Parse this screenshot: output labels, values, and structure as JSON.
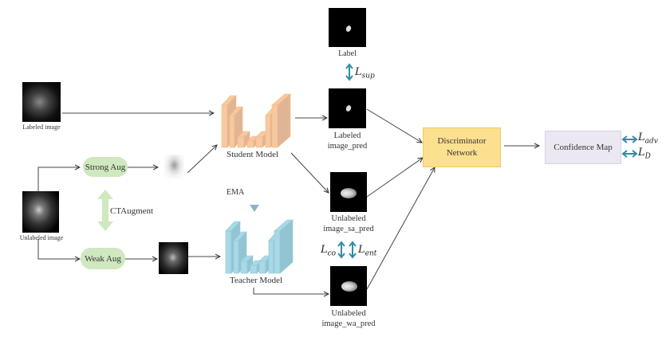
{
  "inputs": {
    "labeled_image": "Labeled image",
    "unlabeled_image": "Unlabeled image"
  },
  "augment": {
    "strong": "Strong Aug",
    "weak": "Weak Aug",
    "ctaugment": "CTAugment"
  },
  "models": {
    "student": "Student Model",
    "teacher": "Teacher Model",
    "ema": "EMA"
  },
  "outputs": {
    "label": "Label",
    "labeled_pred_line1": "Labeled",
    "labeled_pred_line2": "image_pred",
    "sa_pred_line1": "Unlabeled",
    "sa_pred_line2": "image_sa_pred",
    "wa_pred_line1": "Unlabeled",
    "wa_pred_line2": "image_wa_pred"
  },
  "discriminator": {
    "line1": "Discriminator",
    "line2": "Network"
  },
  "confidence_map": "Confidence Map",
  "losses": {
    "sup": {
      "base": "L",
      "sub": "sup"
    },
    "co": {
      "base": "L",
      "sub": "co"
    },
    "ent": {
      "base": "L",
      "sub": "ent"
    },
    "adv": {
      "base": "L",
      "sub": "adv"
    },
    "d": {
      "base": "L",
      "sub": "D"
    }
  },
  "colors": {
    "student": "#f8c9a0",
    "teacher": "#a9d9e6",
    "aug_pill": "#cfe8bf",
    "discriminator": "#fde08f",
    "confidence": "#ece8f2",
    "loss_arrow": "#2f8ea6"
  }
}
